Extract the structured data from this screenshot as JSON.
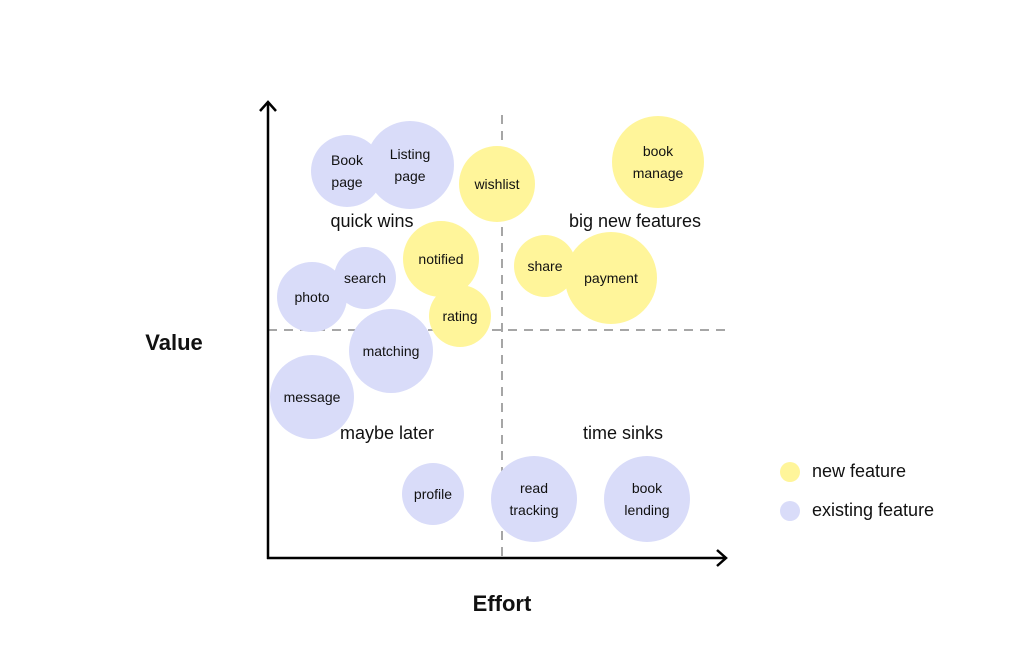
{
  "axes": {
    "x_label": "Effort",
    "y_label": "Value"
  },
  "quadrants": {
    "top_left": "quick wins",
    "top_right": "big new features",
    "bottom_left": "maybe later",
    "bottom_right": "time sinks"
  },
  "features": [
    {
      "label": "Book\npage",
      "type": "existing"
    },
    {
      "label": "Listing\npage",
      "type": "existing"
    },
    {
      "label": "wishlist",
      "type": "new"
    },
    {
      "label": "book\nmanage",
      "type": "new"
    },
    {
      "label": "notified",
      "type": "new"
    },
    {
      "label": "share",
      "type": "new"
    },
    {
      "label": "payment",
      "type": "new"
    },
    {
      "label": "photo",
      "type": "existing"
    },
    {
      "label": "search",
      "type": "existing"
    },
    {
      "label": "rating",
      "type": "new"
    },
    {
      "label": "matching",
      "type": "existing"
    },
    {
      "label": "message",
      "type": "existing"
    },
    {
      "label": "profile",
      "type": "existing"
    },
    {
      "label": "read\ntracking",
      "type": "existing"
    },
    {
      "label": "book\nlending",
      "type": "existing"
    }
  ],
  "legend": [
    {
      "label": "new feature",
      "color": "#FFF59A"
    },
    {
      "label": "existing feature",
      "color": "#D9DCF9"
    }
  ]
}
